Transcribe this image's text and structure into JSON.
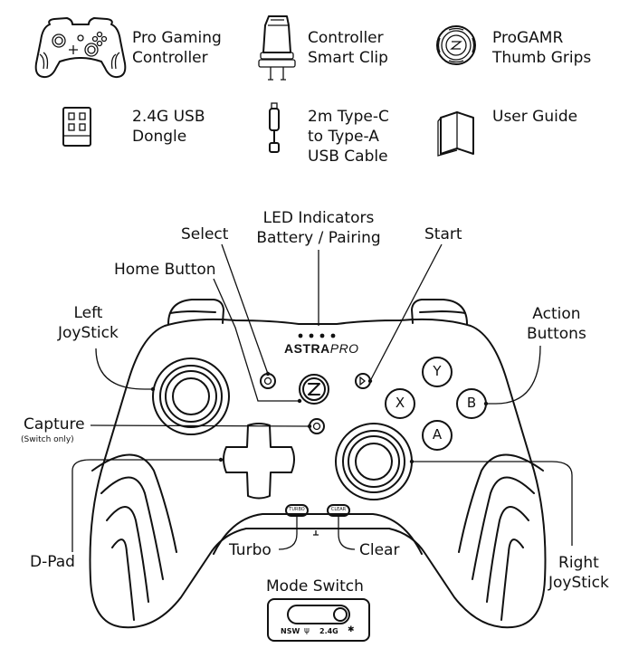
{
  "contents": {
    "items": [
      {
        "label": "Pro Gaming\nController",
        "icon": "controller-icon"
      },
      {
        "label": "Controller\nSmart Clip",
        "icon": "smart-clip-icon"
      },
      {
        "label": "ProGAMR\nThumb Grips",
        "icon": "thumb-grips-icon"
      },
      {
        "label": "2.4G USB\nDongle",
        "icon": "usb-dongle-icon"
      },
      {
        "label": "2m Type-C\nto Type-A\nUSB Cable",
        "icon": "usb-cable-icon"
      },
      {
        "label": "User Guide",
        "icon": "user-guide-icon"
      }
    ]
  },
  "diagram": {
    "brand": "ASTRAPRO",
    "brand_bold": "ASTRA",
    "brand_light": "PRO",
    "labels": {
      "led": "LED Indicators\nBattery / Pairing",
      "select": "Select",
      "start": "Start",
      "home": "Home Button",
      "left_stick": "Left\nJoyStick",
      "action": "Action\nButtons",
      "capture": "Capture",
      "capture_note": "(Switch only)",
      "dpad": "D-Pad",
      "turbo": "Turbo",
      "clear": "Clear",
      "mode_switch": "Mode Switch",
      "right_stick": "Right\nJoyStick"
    },
    "face_buttons": {
      "y": "Y",
      "x": "X",
      "b": "B",
      "a": "A"
    },
    "small_buttons": {
      "turbo": "TURBO",
      "clear": "CLEAR"
    },
    "switch_modes": {
      "nsw": "NSW",
      "usb": "USB",
      "g24": "2.4G",
      "bt": "BT"
    }
  }
}
